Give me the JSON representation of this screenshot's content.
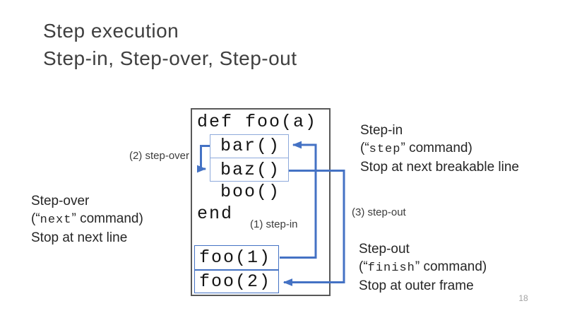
{
  "slide": {
    "title_line1": "Step execution",
    "title_line2": "Step-in, Step-over, Step-out",
    "page_number": "18"
  },
  "diagram": {
    "code": {
      "def_line": "def foo(a)",
      "bar": "bar()",
      "baz": "baz()",
      "boo": "boo()",
      "end_line": "end"
    },
    "frames": {
      "foo1": "foo(1)",
      "foo2": "foo(2)"
    },
    "arrow_labels": {
      "step_in": "(1) step-in",
      "step_over": "(2) step-over",
      "step_out": "(3) step-out"
    }
  },
  "annotations": {
    "step_in": {
      "name": "Step-in",
      "cmd_prefix": "(“",
      "command": "step",
      "cmd_suffix": "” command)",
      "detail": "Stop at next breakable line"
    },
    "step_over": {
      "name": "Step-over",
      "cmd_prefix": "(“",
      "command": "next",
      "cmd_suffix": "” command)",
      "detail": "Stop at next line"
    },
    "step_out": {
      "name": "Step-out",
      "cmd_prefix": "(“",
      "command": "finish",
      "cmd_suffix": "” command)",
      "detail": "Stop at outer frame"
    }
  },
  "colors": {
    "arrow": "#4472C4",
    "inner_box_border": "#8EAADB",
    "frame_box_border": "#4472C4",
    "outer_box_border": "#595959",
    "text": "#262626",
    "title": "#3F3F3F",
    "page_number": "#A3A3A3"
  }
}
